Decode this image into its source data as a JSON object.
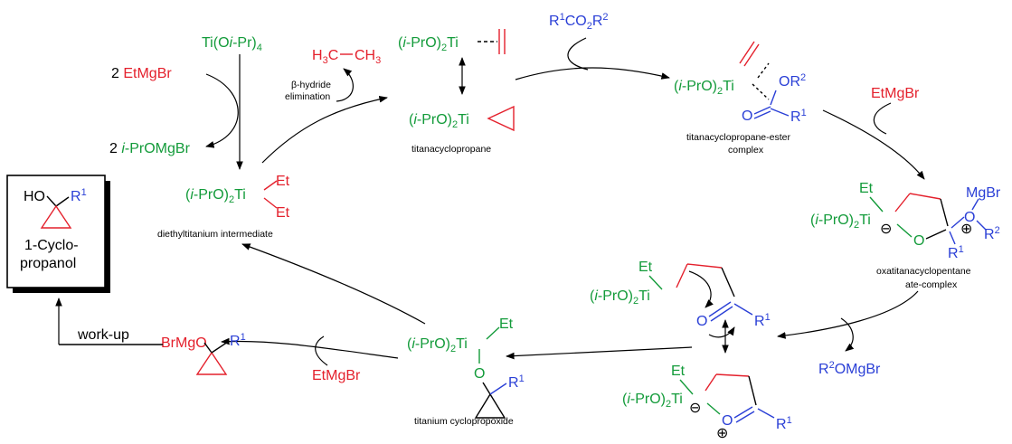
{
  "colors": {
    "green": "#139b3a",
    "red": "#e4202c",
    "blue": "#2a3fd6",
    "black": "#000000"
  },
  "species": {
    "reagent_etmgbr_2": "2 EtMgBr",
    "ti_alkoxide": "Ti(Oi-Pr)4",
    "byproduct_iprmgbr": "2 i-PrOMgBr",
    "ethane": "H3C–CH3",
    "ester": "R1CO2R2",
    "etmgbr_right": "EtMgBr",
    "etmgbr_bottom": "EtMgBr",
    "alkoxide_byproduct": "R2OMgBr",
    "product_bromomagnesium": "BrMgO"
  },
  "labels": {
    "beta_hydride": "β-hydride",
    "elimination": "elimination",
    "titanacyclopropane": "titanacyclopropane",
    "ester_complex_1": "titanacyclopropane-ester",
    "ester_complex_2": "complex",
    "diethyltitanium": "diethyltitanium intermediate",
    "oxatitanacyclopentane_1": "oxatitanacyclopentane",
    "oxatitanacyclopentane_2": "ate-complex",
    "cyclopropoxide": "titanium cyclopropoxide",
    "workup": "work-up"
  },
  "product": {
    "name_line1": "1-Cyclo-",
    "name_line2": "propanol"
  }
}
